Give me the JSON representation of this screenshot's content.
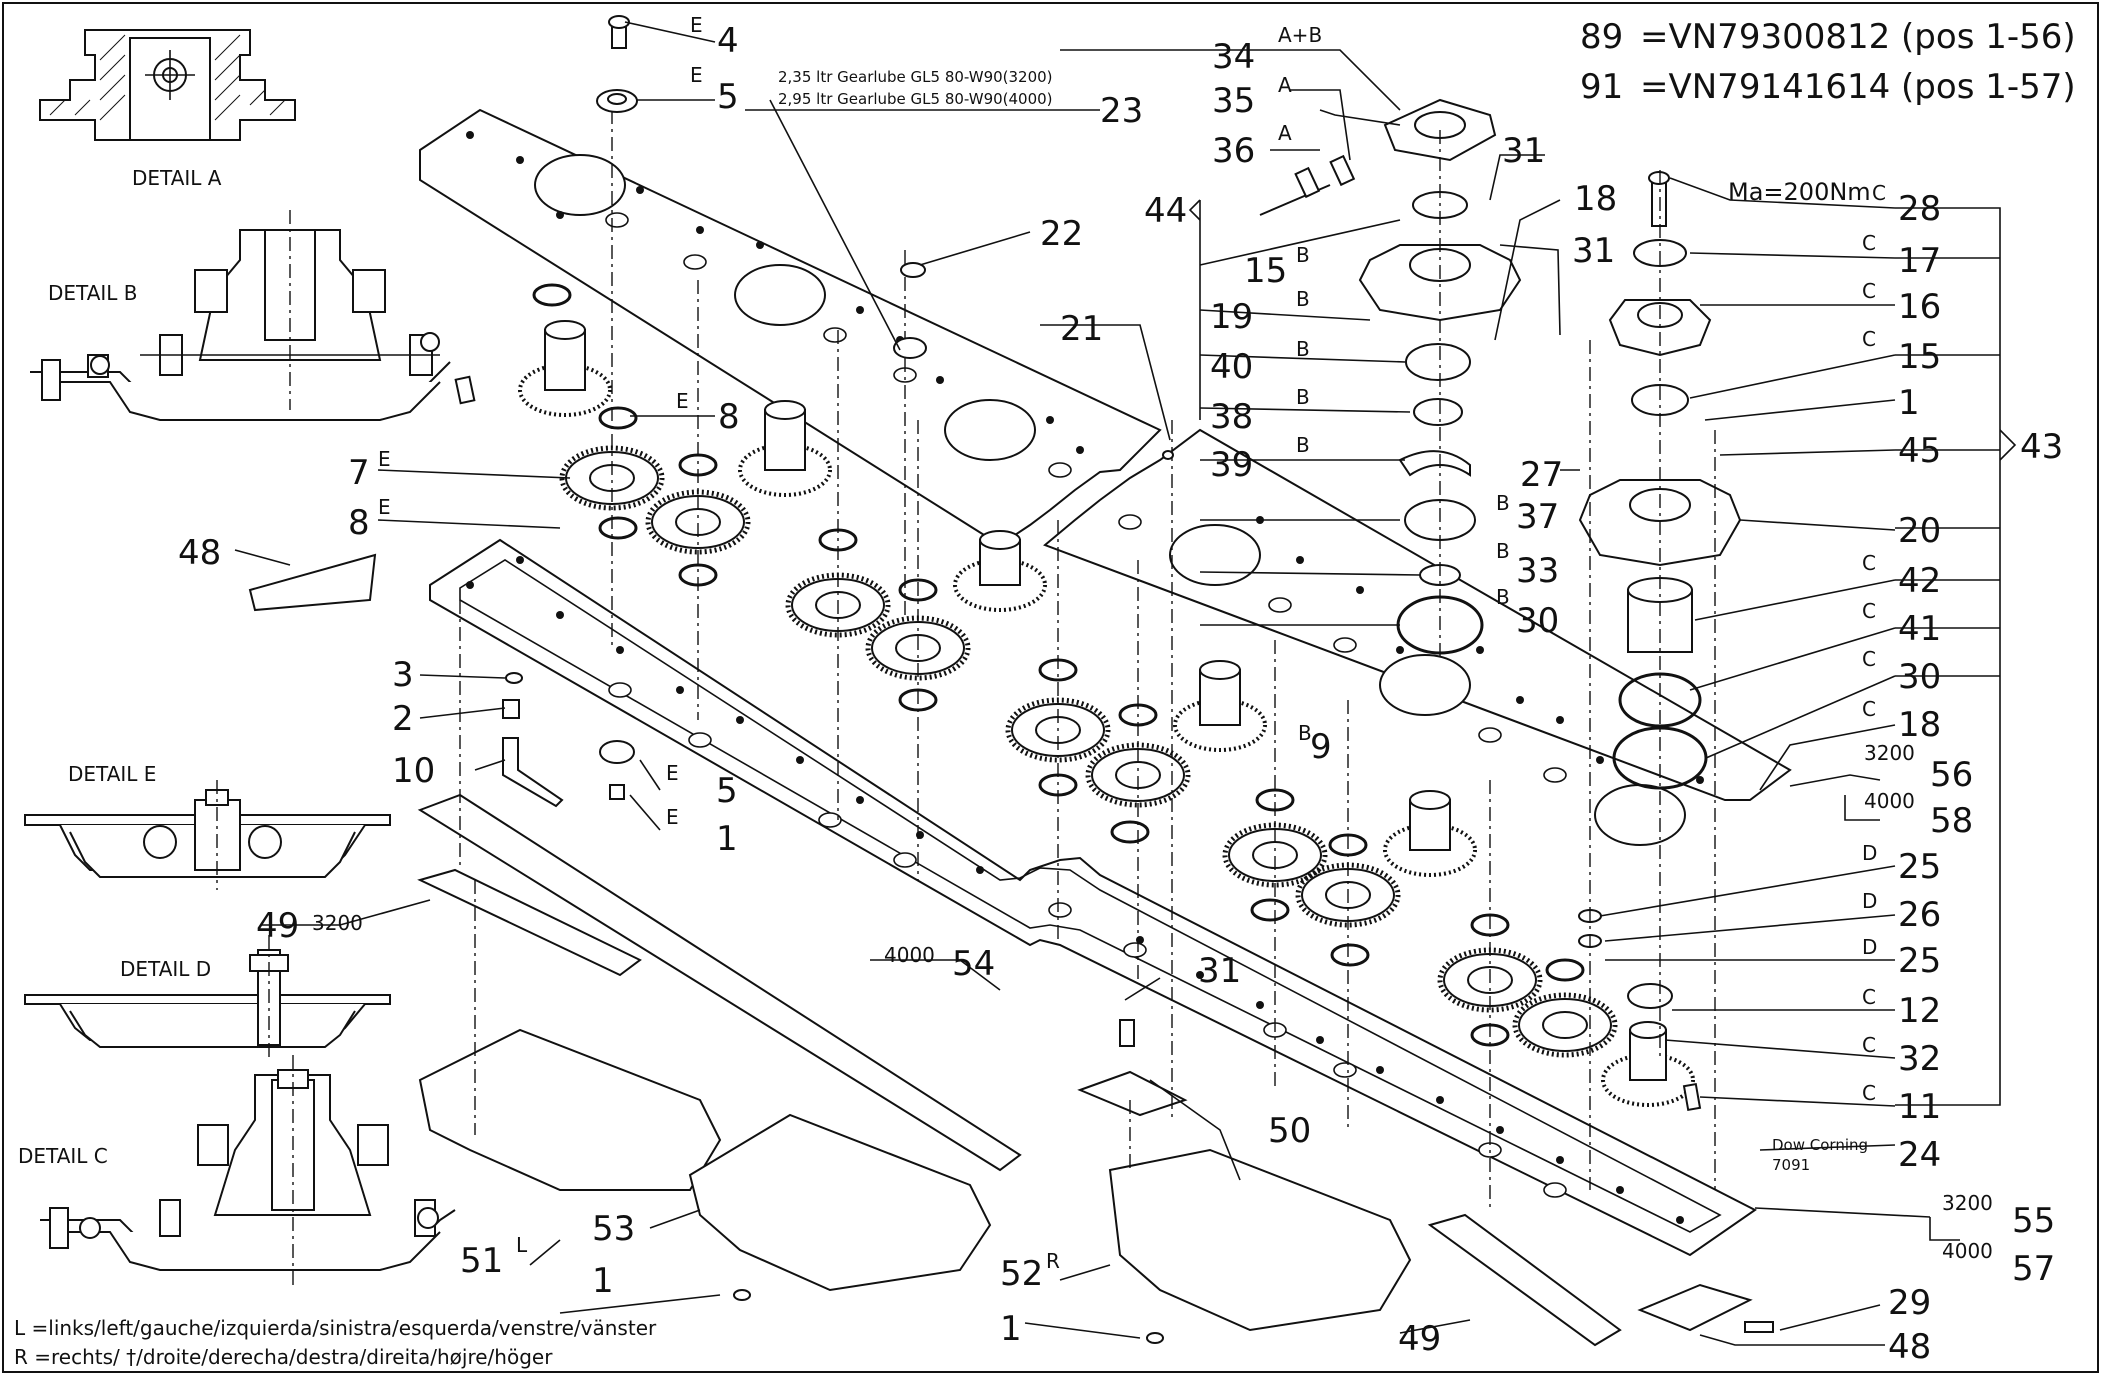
{
  "references": [
    {
      "num": "89",
      "code": "=VN79300812 (pos 1-56)"
    },
    {
      "num": "91",
      "code": "=VN79141614 (pos 1-57)"
    }
  ],
  "details": [
    "DETAIL A",
    "DETAIL B",
    "DETAIL E",
    "DETAIL D",
    "DETAIL C"
  ],
  "oil_notes": [
    "2,35 ltr Gearlube GL5 80-W90(3200)",
    "2,95 ltr Gearlube GL5 80-W90(4000)"
  ],
  "torque_note": "Ma=200Nm",
  "sealant_note": [
    "Dow Corning",
    "7091"
  ],
  "legend": [
    "L =links/left/gauche/izquierda/sinistra/esquerda/venstre/vänster",
    "R =rechts/     †/droite/derecha/destra/direita/højre/höger"
  ],
  "callouts": {
    "c4": "4",
    "c5a": "5",
    "c23": "23",
    "c22": "22",
    "c8a": "8",
    "c7": "7",
    "c8b": "8",
    "c48a": "48",
    "c3": "3",
    "c2": "2",
    "c10": "10",
    "c5b": "5",
    "c1a": "1",
    "c49a": "49",
    "c54": "54",
    "c51": "51",
    "c53": "53",
    "c1b": "1",
    "c52": "52",
    "c1c": "1",
    "c31c": "31",
    "c50": "50",
    "c49b": "49",
    "c34": "34",
    "c35": "35",
    "c36": "36",
    "c44": "44",
    "c15a": "15",
    "c19": "19",
    "c40": "40",
    "c38": "38",
    "c39": "39",
    "c37": "37",
    "c33": "33",
    "c30a": "30",
    "c9": "9",
    "c21": "21",
    "c31a": "31",
    "c18a": "18",
    "c31b": "31",
    "c28": "28",
    "c17": "17",
    "c16": "16",
    "c15b": "15",
    "c1d": "1",
    "c45": "45",
    "c27": "27",
    "c43": "43",
    "c20": "20",
    "c42": "42",
    "c41": "41",
    "c30b": "30",
    "c18b": "18",
    "c56": "56",
    "c58": "58",
    "c25a": "25",
    "c26": "26",
    "c25b": "25",
    "c12": "12",
    "c32": "32",
    "c11": "11",
    "c24": "24",
    "c55": "55",
    "c57": "57",
    "c29": "29",
    "c48b": "48"
  },
  "letters": {
    "E": "E",
    "A": "A",
    "AB": "A+B",
    "B": "B",
    "C": "C",
    "D": "D",
    "L": "L",
    "R": "R"
  },
  "variants": {
    "v3200": "3200",
    "v4000": "4000"
  }
}
